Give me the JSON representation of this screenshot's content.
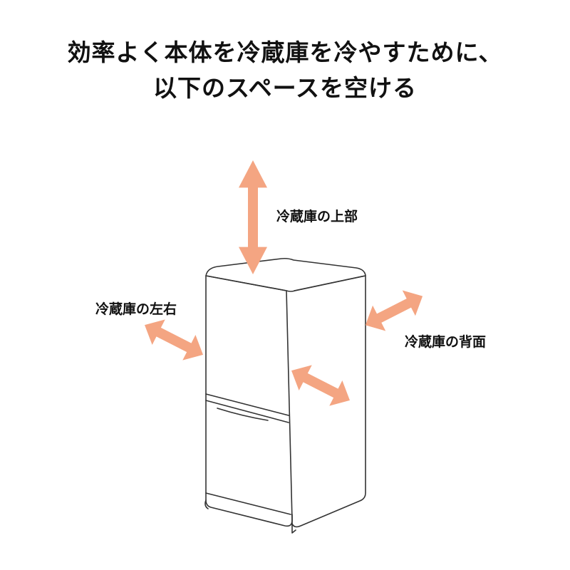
{
  "title": {
    "line1": "効率よく本体を冷蔵庫を冷やすために、",
    "line2": "以下のスペースを空ける"
  },
  "labels": {
    "top": "冷蔵庫の上部",
    "sides": "冷蔵庫の左右",
    "back": "冷蔵庫の背面"
  },
  "colors": {
    "arrow": "#f4a582",
    "outline": "#333333",
    "text": "#111111",
    "background": "#ffffff"
  }
}
